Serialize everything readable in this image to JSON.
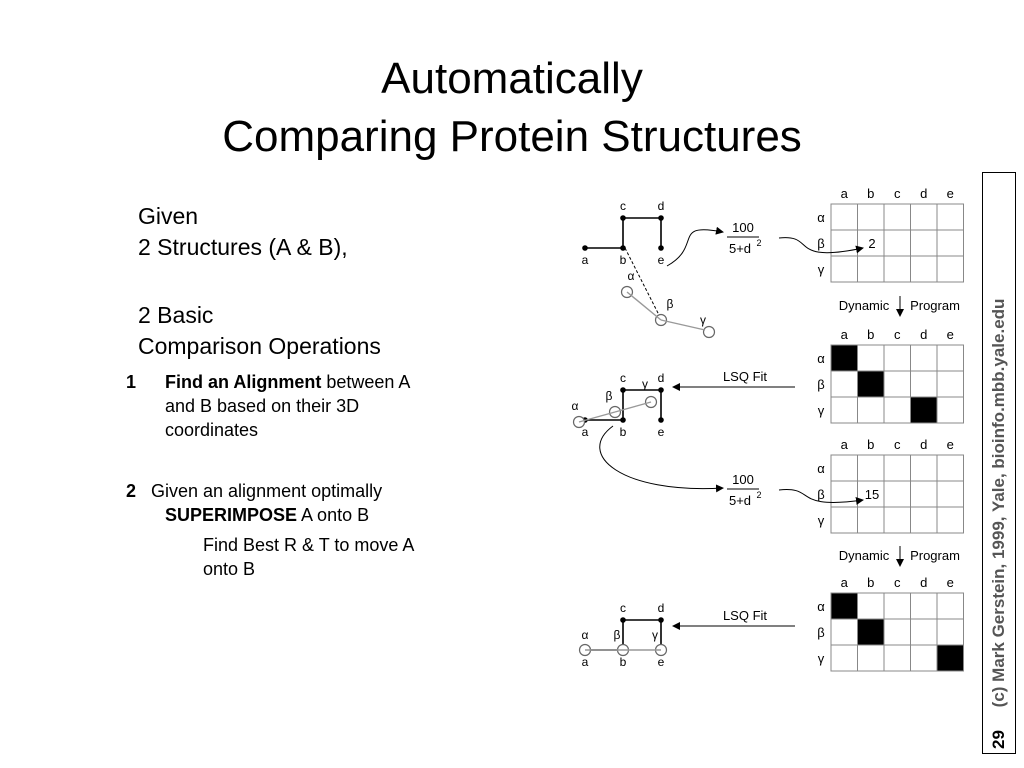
{
  "slide": {
    "title_line1": "Automatically",
    "title_line2": "Comparing Protein Structures",
    "given": "Given",
    "structures": "2 Structures (A & B),",
    "basic": "2 Basic",
    "ops": "Comparison Operations",
    "op1_num": "1",
    "op1_bold": "Find an Alignment",
    "op1_rest": "between A",
    "op1_line2": "and B based on their 3D",
    "op1_line3": "coordinates",
    "op2_num": "2",
    "op2_text": "Given an alignment optimally",
    "op2_bold": "SUPERIMPOSE",
    "op2_rest": "A onto B",
    "op2_sub1": "Find Best R & T to move A",
    "op2_sub2": "onto B",
    "page_number": "29",
    "copyright": "(c) Mark Gerstein, 1999, Yale, bioinfo.mbb.yale.edu"
  },
  "figure": {
    "grid_cols": [
      "a",
      "b",
      "c",
      "d",
      "e"
    ],
    "grid_rows": [
      "α",
      "β",
      "γ"
    ],
    "score_numerator": "100",
    "score_denominator": "5+d",
    "score_exp": "2",
    "value1": "2",
    "value2": "15",
    "dp_left": "Dynamic",
    "dp_right": "Program",
    "lsq": "LSQ Fit",
    "nodes_top": [
      "c",
      "d"
    ],
    "nodes_bottom": [
      "a",
      "b",
      "e"
    ],
    "greek": [
      "α",
      "β",
      "γ"
    ]
  }
}
